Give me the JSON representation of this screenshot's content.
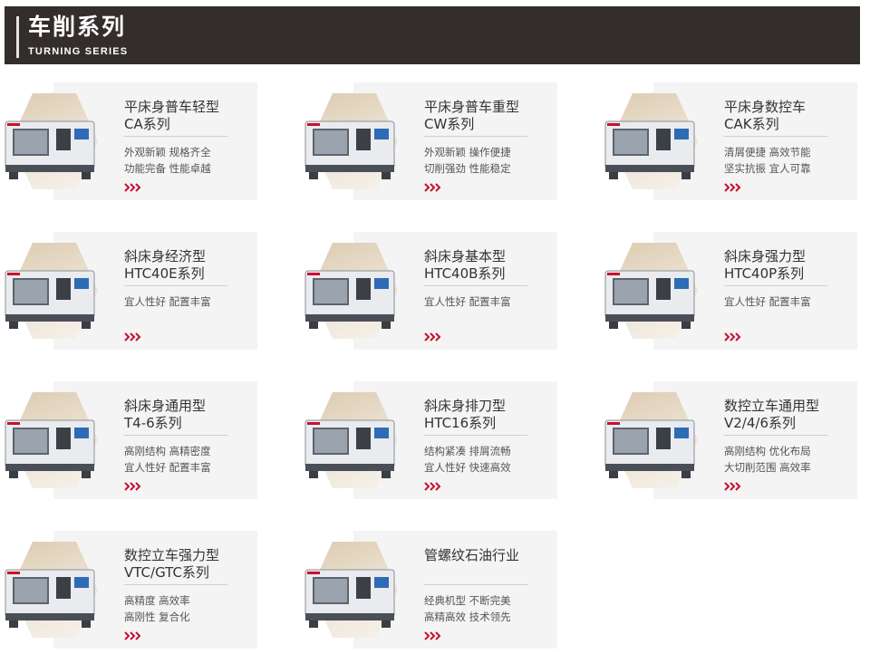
{
  "header": {
    "title": "车削系列",
    "subtitle": "TURNING SERIES"
  },
  "colors": {
    "banner": "#332e2c",
    "accent_red": "#c8102e",
    "panel": "#f4f4f4"
  },
  "products": [
    {
      "name": "平床身普车轻型",
      "series": "CA系列",
      "desc1": "外观新颖 规格齐全",
      "desc2": "功能完备 性能卓越",
      "icon": "manual-lathe-icon"
    },
    {
      "name": "平床身普车重型",
      "series": "CW系列",
      "desc1": "外观新颖 操作便捷",
      "desc2": "切削强劲 性能稳定",
      "icon": "heavy-lathe-icon"
    },
    {
      "name": "平床身数控车",
      "series": "CAK系列",
      "desc1": "清屑便捷 高效节能",
      "desc2": "坚实抗振 宜人可靠",
      "icon": "cnc-lathe-icon"
    },
    {
      "name": "斜床身经济型",
      "series": "HTC40E系列",
      "desc1": "宜人性好 配置丰富",
      "desc2": "",
      "icon": "slant-bed-lathe-icon"
    },
    {
      "name": "斜床身基本型",
      "series": "HTC40B系列",
      "desc1": "宜人性好 配置丰富",
      "desc2": "",
      "icon": "slant-bed-lathe-icon"
    },
    {
      "name": "斜床身强力型",
      "series": "HTC40P系列",
      "desc1": "宜人性好 配置丰富",
      "desc2": "",
      "icon": "slant-bed-lathe-icon"
    },
    {
      "name": "斜床身通用型",
      "series": "T4-6系列",
      "desc1": "高刚结构 高精密度",
      "desc2": "宜人性好 配置丰富",
      "icon": "slant-bed-lathe-icon"
    },
    {
      "name": "斜床身排刀型",
      "series": "HTC16系列",
      "desc1": "结构紧凑 排屑流畅",
      "desc2": "宜人性好 快速高效",
      "icon": "gang-tool-lathe-icon"
    },
    {
      "name": "数控立车通用型",
      "series": "V2/4/6系列",
      "desc1": "高刚结构 优化布局",
      "desc2": "大切削范围 高效率",
      "icon": "vertical-lathe-icon"
    },
    {
      "name": "数控立车强力型",
      "series": "VTC/GTC系列",
      "desc1": "高精度 高效率",
      "desc2": "高刚性 复合化",
      "icon": "vertical-lathe-icon"
    },
    {
      "name": "管螺纹石油行业",
      "series": "",
      "desc1": "经典机型 不断完美",
      "desc2": "高精高效 技术领先",
      "icon": "pipe-thread-lathe-icon"
    }
  ]
}
